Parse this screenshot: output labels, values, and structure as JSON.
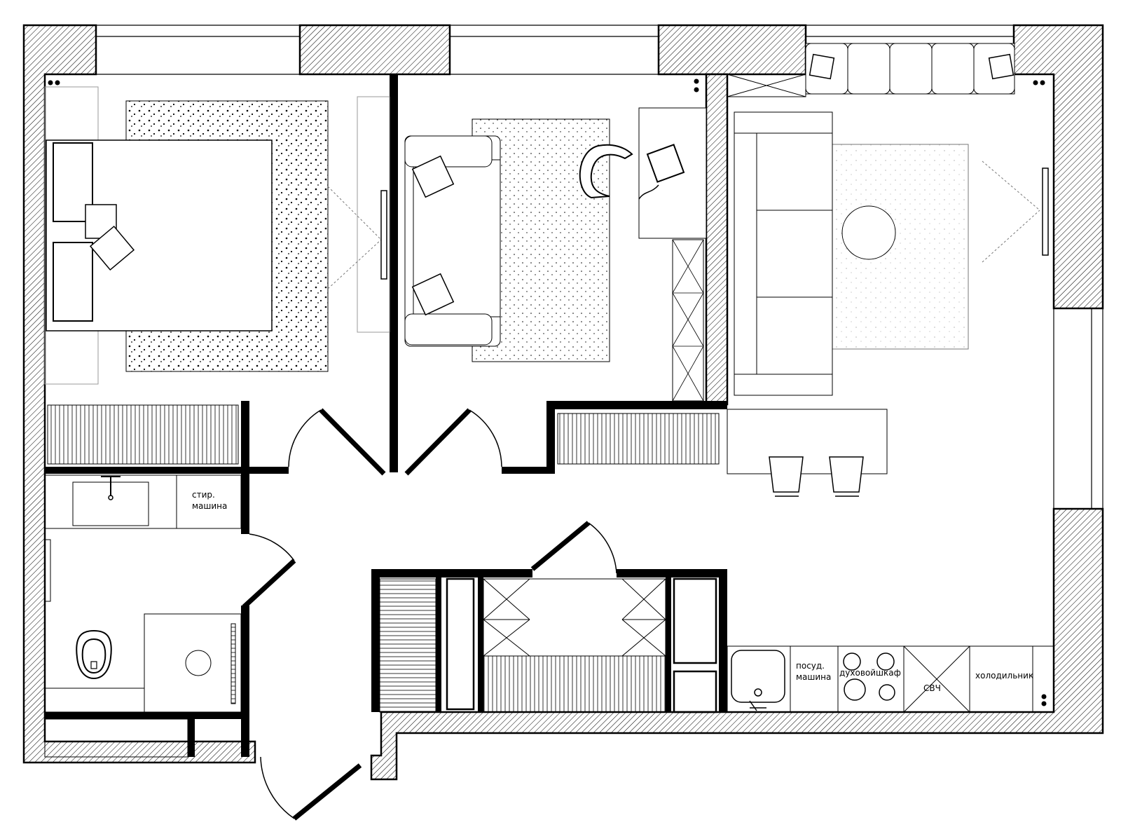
{
  "labels": {
    "washer_l1": "стир.",
    "washer_l2": "машина",
    "dishwasher_l1": "посуд.",
    "dishwasher_l2": "машина",
    "oven": "духовой",
    "cabinet": "шкаф",
    "microwave": "СВЧ",
    "fridge": "холодильник"
  },
  "colors": {
    "line": "#000000",
    "background": "#ffffff",
    "hatch": "#000000"
  }
}
